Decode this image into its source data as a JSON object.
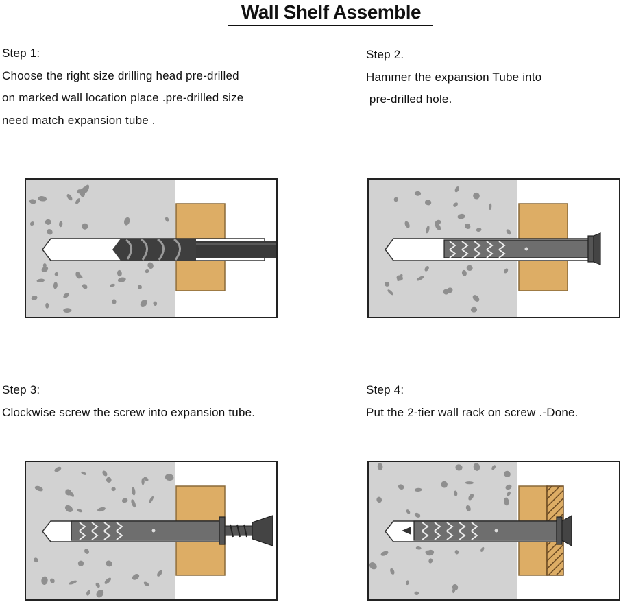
{
  "title": "Wall Shelf Assemble",
  "steps": [
    {
      "heading": "Step 1:",
      "lines": [
        "Choose the right size drilling head pre-drilled",
        "on marked wall location place .pre-drilled size",
        "need match expansion tube ."
      ]
    },
    {
      "heading": "Step 2.",
      "lines": [
        "Hammer the expansion Tube into",
        " pre-drilled hole."
      ]
    },
    {
      "heading": "Step 3:",
      "lines": [
        "Clockwise screw the screw into expansion tube."
      ]
    },
    {
      "heading": "Step 4:",
      "lines": [
        "Put the 2-tier wall rack on screw .-Done."
      ]
    }
  ],
  "colors": {
    "concrete": "#d2d2d2",
    "concrete_spots": "#8f8f8f",
    "wood": "#ddad65",
    "wood_edge": "#8a6a3a",
    "metal_dark": "#3e3e3e",
    "tube_gray": "#6e6e6e",
    "outline": "#222222",
    "hatch": "#6b4a22"
  },
  "icons": [
    "drill-bit-icon",
    "expansion-tube-icon",
    "screw-icon",
    "shelf-bracket-icon"
  ]
}
